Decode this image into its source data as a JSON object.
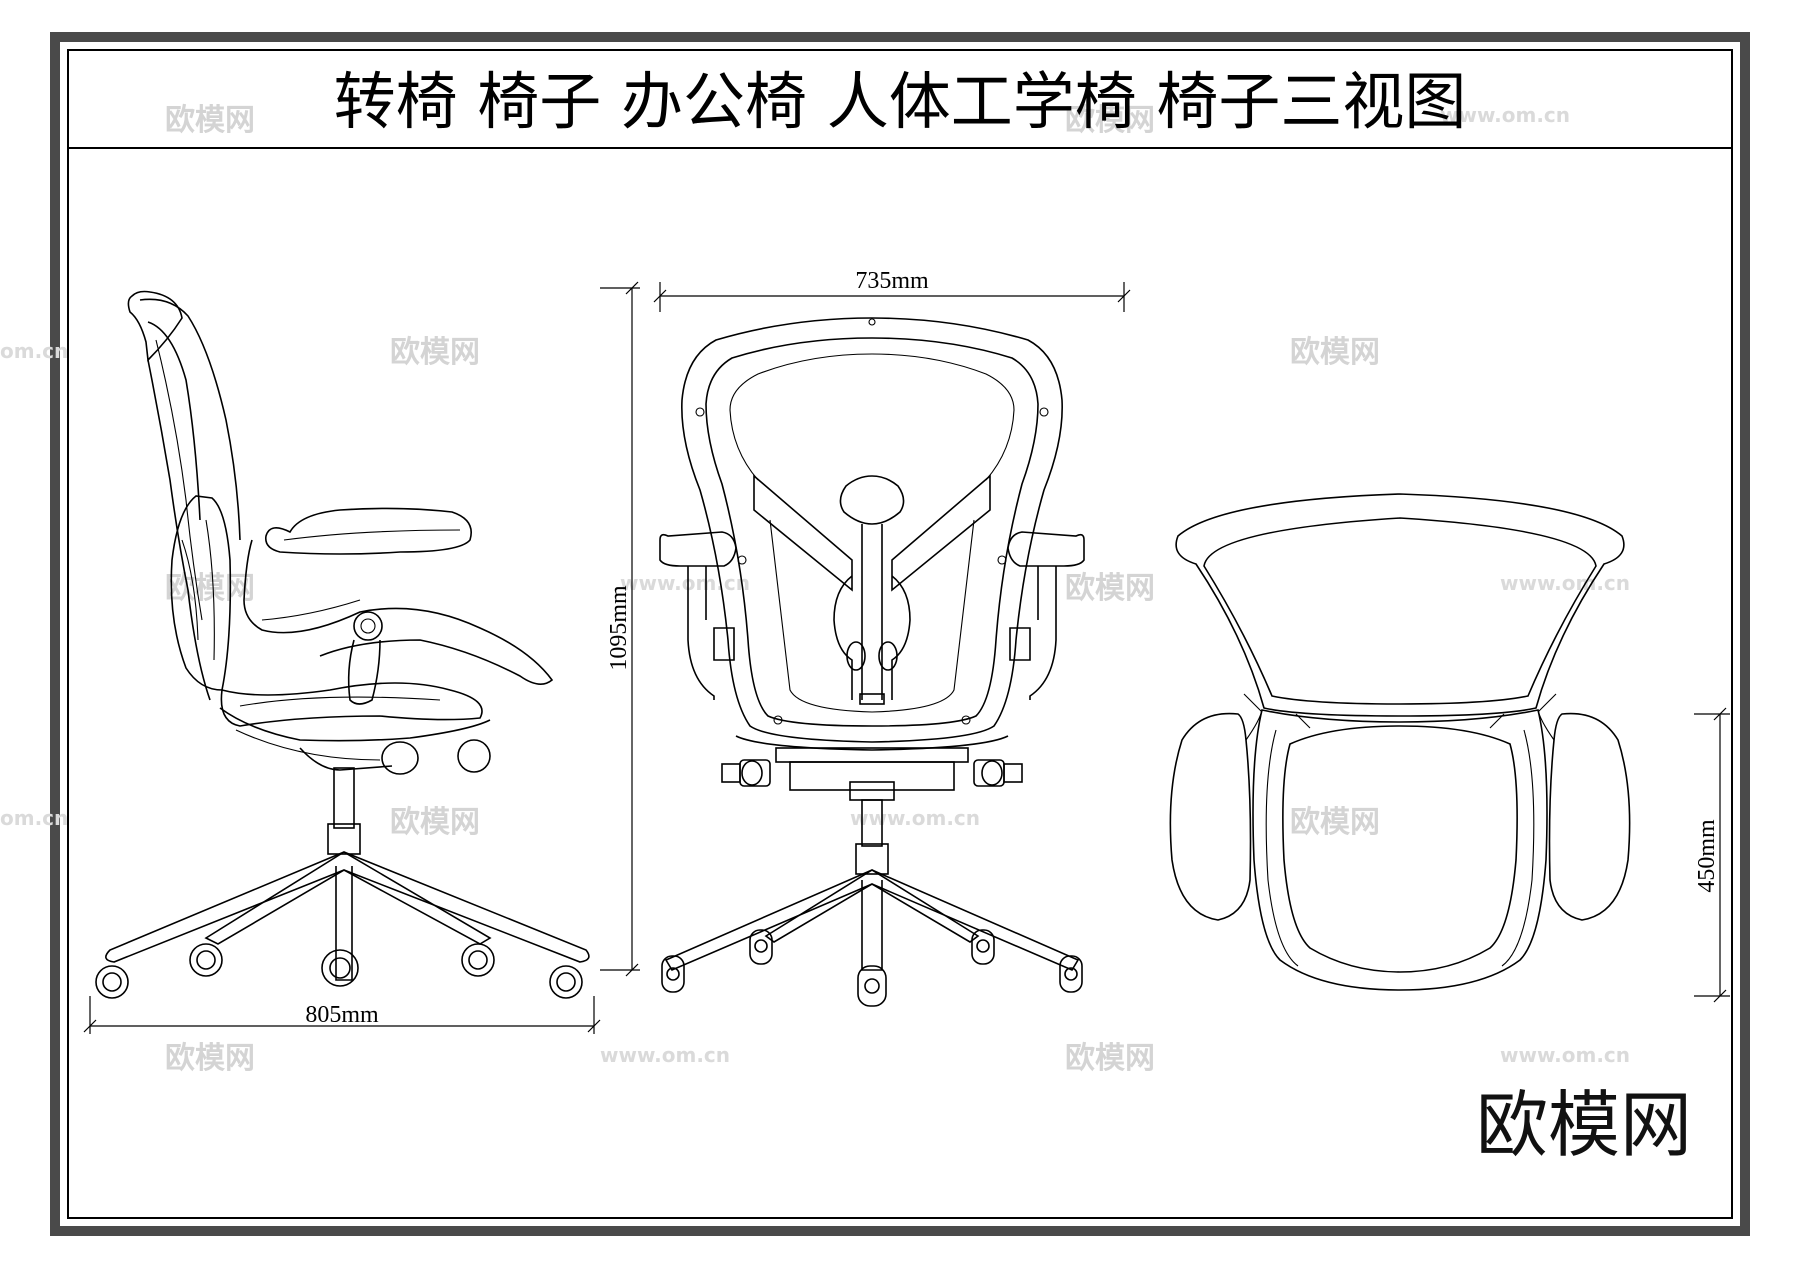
{
  "title": "转椅 椅子 办公椅 人体工学椅 椅子三视图",
  "dimensions": {
    "side_width": "805mm",
    "front_width": "735mm",
    "height": "1095mm",
    "seat_depth": "450mm"
  },
  "brand": "欧模网",
  "watermark": {
    "cn": "欧模网",
    "url": "www.om.cn",
    "url_short": "om.cn"
  },
  "colors": {
    "frame_dark": "#4a4a4a",
    "line": "#000000",
    "watermark": "#d4d4d4"
  }
}
